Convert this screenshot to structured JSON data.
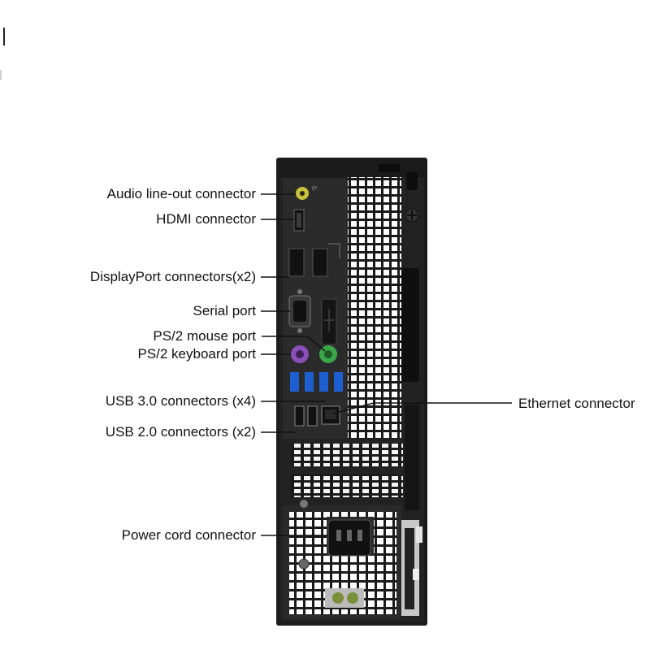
{
  "labels": {
    "audio": "Audio line-out connector",
    "hdmi": "HDMI connector",
    "displayport": "DisplayPort connectors(x2)",
    "serial": "Serial port",
    "ps2_mouse": "PS/2 mouse port",
    "ps2_keyboard": "PS/2 keyboard port",
    "usb3": "USB 3.0 connectors (x4)",
    "usb2": "USB 2.0 connectors (x2)",
    "power": "Power cord connector",
    "ethernet": "Ethernet connector"
  },
  "colors": {
    "chassis": "#1c1c1c",
    "panel": "#2a2a2a",
    "usb3_blue": "#1d5fd0",
    "ps2_mouse_green": "#3aa64a",
    "ps2_keyboard_purple": "#8a4fb8",
    "audio_lime": "#c8c23a",
    "grille": "#ffffff",
    "leader_line": "#111111"
  }
}
